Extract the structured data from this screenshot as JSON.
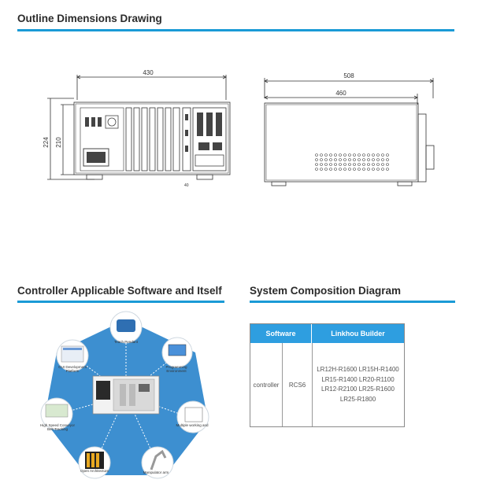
{
  "sections": {
    "outline_title": "Outline Dimensions Drawing",
    "software_title": "Controller Applicable Software and Itself",
    "system_title": "System Composition Diagram"
  },
  "front_view": {
    "width": "430",
    "height_outer": "224",
    "height_inner": "210",
    "foot": "40"
  },
  "side_view": {
    "depth_outer": "508",
    "depth_inner": "460"
  },
  "software_nodes": {
    "teach_pendant": "Teach Pendant",
    "programming": "Programming Environment",
    "multiple_working": "Multiple working and",
    "manipulator": "Manipulator arm",
    "open_architecture": "Open Architecture",
    "conveyor": "High Speed Conveyor Belt Tracking",
    "gui": "GUI Development Platform"
  },
  "system_table": {
    "header_software": "Software",
    "header_builder": "Linkhou Builder",
    "row_label": "controller",
    "row_value": "RCS6",
    "models": [
      "LR12H-R1600 LR15H-R1400",
      "LR15-R1400 LR20-R1100",
      "LR12-R2100 LR25-R1600",
      "LR25-R1800"
    ]
  },
  "colors": {
    "accent": "#1a9ad6",
    "table_header": "#2e9ee0",
    "hexagon": "#3d8fd0"
  }
}
